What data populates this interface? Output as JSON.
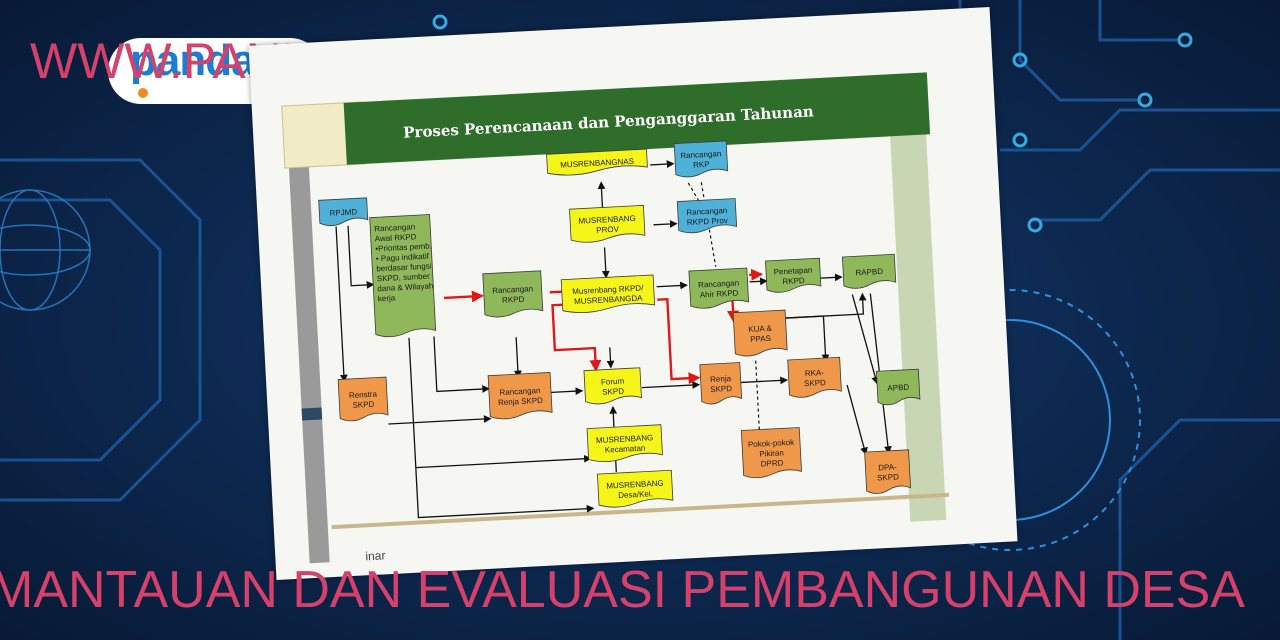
{
  "site": {
    "watermark": "WWW.PANDA.ID",
    "logo": "panda"
  },
  "banner": "MANTAUAN DAN EVALUASI PEMBANGUNAN DESA",
  "slide": {
    "title": "Proses Perencanaan dan Penganggaran Tahunan",
    "footer": "inar",
    "nodes": {
      "rpjmd": "RPJMD",
      "rancangan_awal": [
        "Rancangan",
        "Awal RKPD",
        "•Prioritas pemb.",
        "• Pagu indikatif",
        "berdasar fungsi",
        "SKPD, sumber",
        "dana & Wilayah",
        "kerja"
      ],
      "renstra": [
        "Renstra",
        "SKPD"
      ],
      "rancangan_rkpd": [
        "Rancangan",
        "RKPD"
      ],
      "rancangan_renja": [
        "Rancangan",
        "Renja SKPD"
      ],
      "musrenbangnas": "MUSRENBANGNAS",
      "musrenbang_prov": [
        "MUSRENBANG",
        "PROV"
      ],
      "musrenbang_rkpd": [
        "Musrenbang RKPD/",
        "MUSRENBANGDA"
      ],
      "forum_skpd": [
        "Forum",
        "SKPD"
      ],
      "musrenbang_kec": [
        "MUSRENBANG",
        "Kecamatan"
      ],
      "musrenbang_desa": [
        "MUSRENBANG",
        "Desa/Kel."
      ],
      "rancangan_rkp": [
        "Rancangan",
        "RKP"
      ],
      "rancangan_rkpd_prov": [
        "Rancangan",
        "RKPD Prov"
      ],
      "rancangan_ahir": [
        "Rancangan",
        "Ahir RKPD"
      ],
      "penetapan_rkpd": [
        "Penetapan",
        "RKPD"
      ],
      "rapbd": "RAPBD",
      "kua_ppas": [
        "KUA &",
        "PPAS"
      ],
      "renja_skpd": [
        "Renja",
        "SKPD"
      ],
      "rka_skpd": [
        "RKA-",
        "SKPD"
      ],
      "apbd": "APBD",
      "pokok_pikiran": [
        "Pokok-pokok",
        "Pikiran",
        "DPRD"
      ],
      "dpa_skpd": [
        "DPA-",
        "SKPD"
      ]
    }
  }
}
